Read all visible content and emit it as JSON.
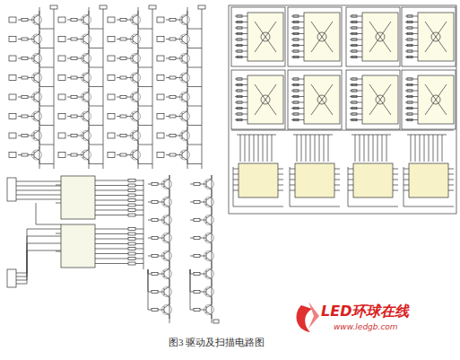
{
  "diagram": {
    "caption": "图3 驱动及扫描电路图",
    "labels": [
      "LED环球在线",
      "www.ledgb.com"
    ]
  }
}
